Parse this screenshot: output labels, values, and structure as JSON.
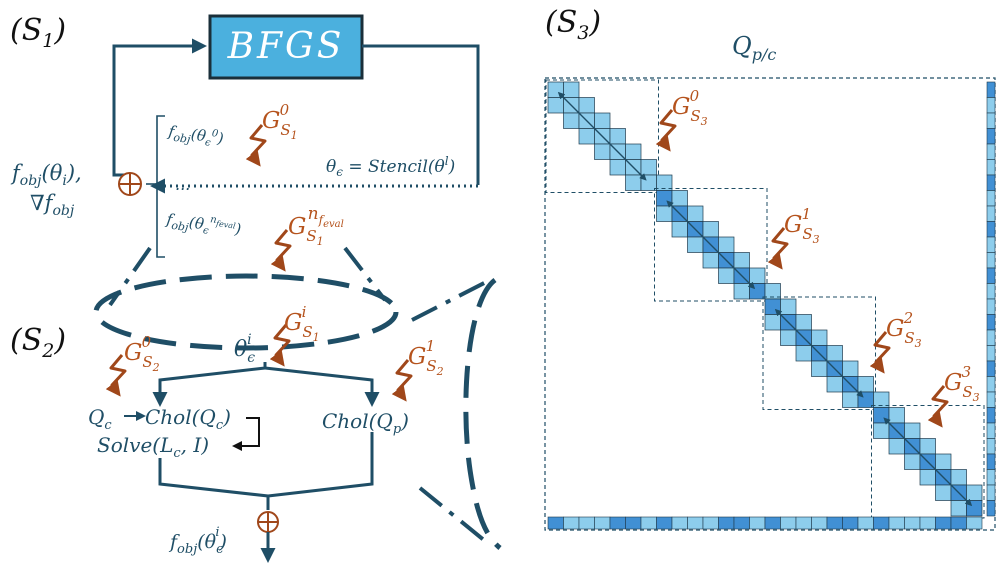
{
  "sections": {
    "s1": "(S",
    "s1_sub": "1",
    "s2": "(S",
    "s2_sub": "2",
    "s3": "(S",
    "s3_sub": "3"
  },
  "s1": {
    "bfgs_label": "BFGS",
    "fobj_theta_label": "f",
    "fobj_theta_sub": "obj",
    "fobj_theta_arg": "(θ",
    "fobj_theta_arg_sub": "i",
    "fobj_theta_close": "),",
    "grad_label": "∇f",
    "grad_sub": "obj",
    "eval_first": "f",
    "eval_first_sub": "obj",
    "eval_first_arg": "(θ",
    "eval_first_arg_sub": "ϵ",
    "eval_first_arg_sup": "0",
    "eval_first_close": ")",
    "ellipsis": "...",
    "eval_last": "f",
    "eval_last_sub": "obj",
    "eval_last_arg": "(θ",
    "eval_last_arg_sub": "ϵ",
    "eval_last_arg_sup": "n",
    "eval_last_arg_sup_sub": "feval",
    "eval_last_close": ")",
    "stencil": "θ",
    "stencil_sub": "ϵ",
    "stencil_rest": " = Stencil(θ",
    "stencil_sup": "l",
    "stencil_close": ")",
    "gpu_0": "G",
    "gpu_0_sub": "S",
    "gpu_0_subsub": "1",
    "gpu_0_sup": "0",
    "gpu_n": "G",
    "gpu_n_sub": "S",
    "gpu_n_subsub": "1",
    "gpu_n_sup": "n",
    "gpu_n_supsub": "f",
    "gpu_n_supsub2": "eval"
  },
  "s2": {
    "theta": "θ",
    "theta_sub": "ϵ",
    "theta_sup": "i",
    "gpu_i": "G",
    "gpu_i_sub": "S",
    "gpu_i_subsub": "1",
    "gpu_i_sup": "i",
    "gpu_0": "G",
    "gpu_0_sub": "S",
    "gpu_0_subsub": "2",
    "gpu_0_sup": "0",
    "gpu_1": "G",
    "gpu_1_sub": "S",
    "gpu_1_subsub": "2",
    "gpu_1_sup": "1",
    "qc": "Q",
    "qc_sub": "c",
    "chol_qc": "Chol(Q",
    "chol_qc_sub": "c",
    "chol_qc_close": ")",
    "solve": "Solve(L",
    "solve_sub": "c",
    "solve_close": ", I)",
    "chol_qp": "Chol(Q",
    "chol_qp_sub": "p",
    "chol_qp_close": ")",
    "result": "f",
    "result_sub": "obj",
    "result_arg": "(θ",
    "result_arg_sub": "ϵ",
    "result_arg_sup": "i",
    "result_close": ")"
  },
  "s3": {
    "matrix_title": "Q",
    "matrix_title_sub": "p/c",
    "gpus": [
      {
        "g": "G",
        "sub": "S",
        "subsub": "3",
        "sup": "0"
      },
      {
        "g": "G",
        "sub": "S",
        "subsub": "3",
        "sup": "1"
      },
      {
        "g": "G",
        "sub": "S",
        "subsub": "3",
        "sup": "2"
      },
      {
        "g": "G",
        "sub": "S",
        "subsub": "3",
        "sup": "3"
      }
    ]
  },
  "colors": {
    "bfgs_fill": "#4bb0de",
    "line": "#1f4e66",
    "gpu_text": "#b5531d",
    "cell_light": "#8dcdec",
    "cell_dark": "#4190d4"
  }
}
